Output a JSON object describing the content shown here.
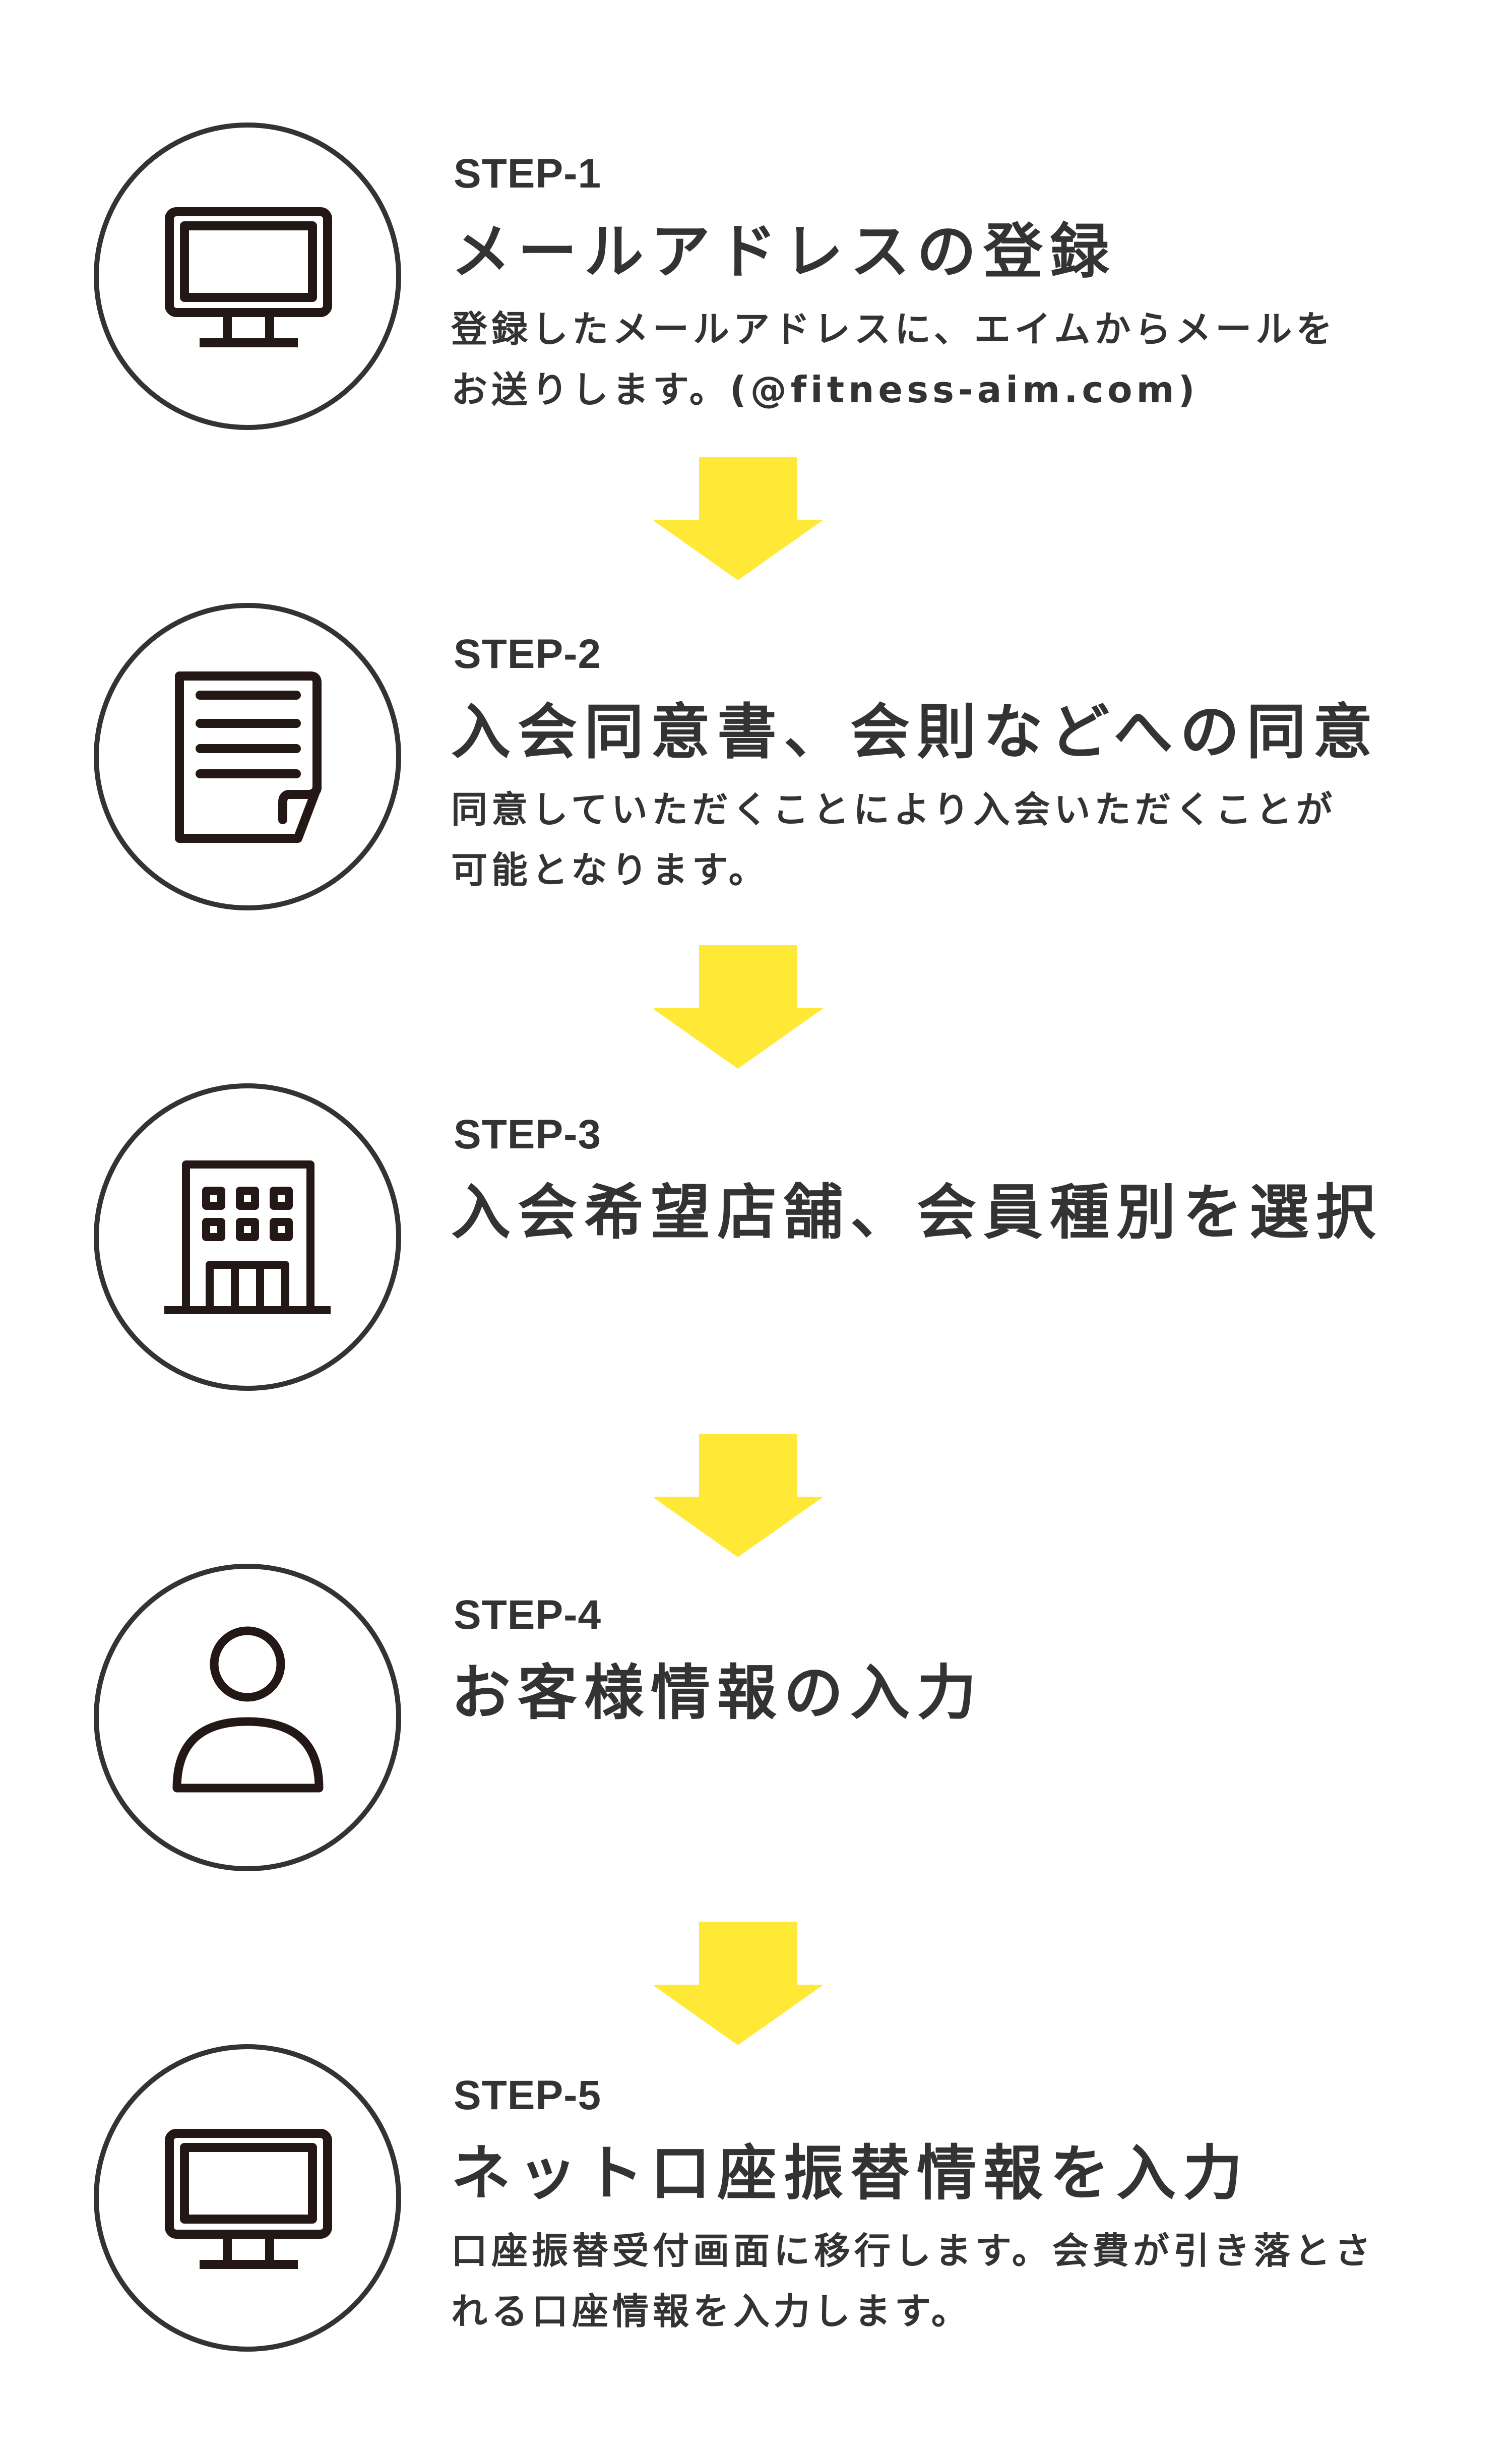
{
  "colors": {
    "arrow": "#FFE936",
    "text": "#333333",
    "circle": "#333333",
    "icon": "#231815"
  },
  "steps": [
    {
      "label": "STEP-1",
      "title": "メールアドレスの登録",
      "desc": [
        "登録したメールアドレスに、エイムからメールを",
        "お送りします。(@fitness-aim.com)"
      ],
      "icon": "monitor-icon"
    },
    {
      "label": "STEP-2",
      "title": "入会同意書、会則などへの同意",
      "desc": [
        "同意していただくことにより入会いただくことが",
        "可能となります。"
      ],
      "icon": "document-icon"
    },
    {
      "label": "STEP-3",
      "title": "入会希望店舗、会員種別を選択",
      "desc": [],
      "icon": "building-icon"
    },
    {
      "label": "STEP-4",
      "title": "お客様情報の入力",
      "desc": [],
      "icon": "person-icon"
    },
    {
      "label": "STEP-5",
      "title": "ネット口座振替情報を入力",
      "desc": [
        "口座振替受付画面に移行します。会費が引き落とさ",
        "れる口座情報を入力します。"
      ],
      "icon": "monitor-icon"
    }
  ]
}
